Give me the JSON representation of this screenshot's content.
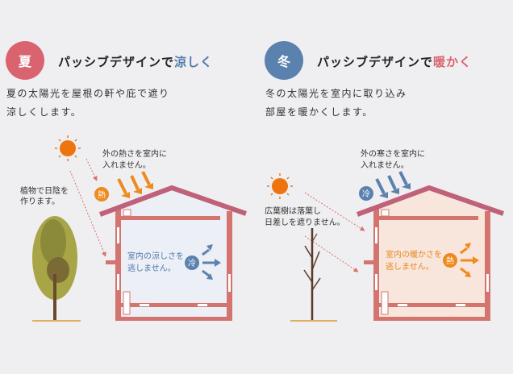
{
  "summer": {
    "badge": "夏",
    "title_prefix": "パッシブデザインで",
    "title_accent": "涼しく",
    "desc_line1": "夏の太陽光を屋根の軒や庇で遮り",
    "desc_line2": "涼しくします。",
    "heat_label_line1": "外の熱さを室内に",
    "heat_label_line2": "入れません。",
    "tree_label_line1": "植物で日陰を",
    "tree_label_line2": "作ります。",
    "inside_line1": "室内の涼しさを",
    "inside_line2": "逃しません。",
    "outside_badge": "熱",
    "inside_badge": "冷"
  },
  "winter": {
    "badge": "冬",
    "title_prefix": "パッシブデザインで",
    "title_accent": "暖かく",
    "desc_line1": "冬の太陽光を室内に取り込み",
    "desc_line2": "部屋を暖かくします。",
    "cold_label_line1": "外の寒さを室内に",
    "cold_label_line2": "入れません。",
    "tree_label_line1": "広葉樹は落葉し",
    "tree_label_line2": "日差しを遮りません。",
    "inside_line1": "室内の暖かさを",
    "inside_line2": "逃しません。",
    "outside_badge": "冷",
    "inside_badge": "熱"
  },
  "colors": {
    "summer_badge": "#d9646f",
    "winter_badge": "#5b82ae",
    "cool": "#4f79ad",
    "warm": "#e8871e",
    "accent_warm": "#d9646f"
  }
}
